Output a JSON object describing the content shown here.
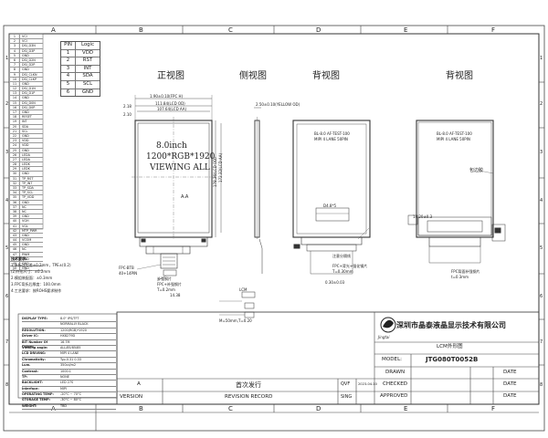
{
  "grid": {
    "columns": [
      "A",
      "B",
      "C",
      "D",
      "E",
      "F"
    ],
    "rows": [
      "1",
      "2",
      "3",
      "4",
      "5",
      "6",
      "7",
      "8"
    ]
  },
  "pin_list": [
    {
      "no": "1",
      "signal": "VCI"
    },
    {
      "no": "2",
      "signal": "VCI"
    },
    {
      "no": "3",
      "signal": "DSI_D3N"
    },
    {
      "no": "4",
      "signal": "DSI_D3P"
    },
    {
      "no": "5",
      "signal": "GND"
    },
    {
      "no": "6",
      "signal": "DSI_D2N"
    },
    {
      "no": "7",
      "signal": "DSI_D2P"
    },
    {
      "no": "8",
      "signal": "GND"
    },
    {
      "no": "9",
      "signal": "DSI_CLKN"
    },
    {
      "no": "10",
      "signal": "DSI_CLKP"
    },
    {
      "no": "11",
      "signal": "GND"
    },
    {
      "no": "12",
      "signal": "DSI_D1N"
    },
    {
      "no": "13",
      "signal": "DSI_D1P"
    },
    {
      "no": "14",
      "signal": "GND"
    },
    {
      "no": "15",
      "signal": "DSI_D0N"
    },
    {
      "no": "16",
      "signal": "DSI_D0P"
    },
    {
      "no": "17",
      "signal": "GND"
    },
    {
      "no": "18",
      "signal": "RESET"
    },
    {
      "no": "19",
      "signal": "INT"
    },
    {
      "no": "20",
      "signal": "SDA"
    },
    {
      "no": "21",
      "signal": "SCL"
    },
    {
      "no": "22",
      "signal": "GND"
    },
    {
      "no": "23",
      "signal": "VDD"
    },
    {
      "no": "24",
      "signal": "VDD"
    },
    {
      "no": "25",
      "signal": "GND"
    },
    {
      "no": "26",
      "signal": "LEDA"
    },
    {
      "no": "27",
      "signal": "LEDA"
    },
    {
      "no": "28",
      "signal": "LEDK"
    },
    {
      "no": "29",
      "signal": "LEDK"
    },
    {
      "no": "30",
      "signal": "GND"
    },
    {
      "no": "31",
      "signal": "TP_RST"
    },
    {
      "no": "32",
      "signal": "TP_INT"
    },
    {
      "no": "33",
      "signal": "TP_SDA"
    },
    {
      "no": "34",
      "signal": "TP_SCL"
    },
    {
      "no": "35",
      "signal": "TP_VDD"
    },
    {
      "no": "36",
      "signal": "GND"
    },
    {
      "no": "37",
      "signal": "NC"
    },
    {
      "no": "38",
      "signal": "NC"
    },
    {
      "no": "39",
      "signal": "GND"
    },
    {
      "no": "40",
      "signal": "VGH"
    },
    {
      "no": "41",
      "signal": "VGL"
    },
    {
      "no": "42",
      "signal": "MTP_PWR"
    },
    {
      "no": "43",
      "signal": "GND"
    },
    {
      "no": "44",
      "signal": "VCOM"
    },
    {
      "no": "45",
      "signal": "GND"
    },
    {
      "no": "46",
      "signal": "NC"
    },
    {
      "no": "47",
      "signal": "PWM"
    },
    {
      "no": "48",
      "signal": "GND"
    },
    {
      "no": "49",
      "signal": "GND"
    },
    {
      "no": "50",
      "signal": "GND"
    }
  ],
  "pin_logic": {
    "headers": [
      "PIN",
      "Logic"
    ],
    "rows": [
      [
        "1",
        "VDD"
      ],
      [
        "2",
        "RST"
      ],
      [
        "3",
        "INT"
      ],
      [
        "4",
        "SDA"
      ],
      [
        "5",
        "SCL"
      ],
      [
        "6",
        "GND"
      ]
    ]
  },
  "views": {
    "front": "正视图",
    "side": "侧视图",
    "back": "背视图",
    "back2": "背视图"
  },
  "panel": {
    "size": "8.0inch",
    "resolution": "1200*RGB*1920",
    "viewing": "VIEWING ALL",
    "aa": "A.A"
  },
  "dims": {
    "top_outline": "1.90±0.10(FPC H)",
    "w_outline": "111.84(LCD OD)",
    "w_aa": "107.64(LCD AA)",
    "h_outline": "178.36(LCD OD)",
    "h_aa": "172.32(LCD AA)",
    "left_a": "2.18",
    "left_b": "2.10",
    "side_thick": "2.50±0.10(YELLOW OD)",
    "back_dims": "D4.8*5",
    "mid_callout": "注意分隔线",
    "right_callout": "包边胶",
    "right_dim": "14.20±0.3",
    "fpc_note": "FPC背面补强钢片",
    "fpc_note2": "t=0.3mm",
    "stiff_note": "补强钢片",
    "lower_note": "FPC+补强钢片",
    "lower_note2": "T=0.2mm",
    "lower_dim": "14.38",
    "bottom_pitch": "0.30±0.03",
    "bottom_label": "LCM",
    "connector": "FPC-BTB",
    "connector2": "40+14PIN",
    "wire_note": "M=50mm,T=0.20",
    "side_label": "FPC+背光+强化钢片",
    "side_label2": "T=0.30mm",
    "back_mid_text": "BL-8.0 AF-TEST-100",
    "back_mid_text2": "MIPI 4 LANE 50PIN"
  },
  "notes": {
    "title": "技术要求:",
    "lines": [
      "1.未标注公差±0.2mm，TPE±(0.2)",
      "  (2)外形尺寸：±0.2mm",
      "2.模组装配面：±0.3mm",
      "3.FPC弯折后厚度：100.0mm",
      "4.工艺要求：按ROHS要求制作"
    ]
  },
  "spec": [
    [
      "DISPLAY TYPE:",
      "8.0\" IPS/TFT"
    ],
    [
      "",
      "NORMALLY BLACK"
    ],
    [
      "RESOLUTION:",
      "1200(RGB)*1920"
    ],
    [
      "Driver IC:",
      "HX8279D"
    ],
    [
      "BIT Number Of Colors:",
      "16.7M"
    ],
    [
      "Viewing angle:",
      "ALL/85/85/85"
    ],
    [
      "LCD DRIVING:",
      "MIPI 4 LANE"
    ],
    [
      "Chromaticity:",
      "Typ.0.31 0.33"
    ],
    [
      "Lum.",
      "350cd/m2"
    ],
    [
      "Contrast:",
      "1000:1"
    ],
    [
      "TP:",
      "NONE"
    ],
    [
      "BACKLIGHT:",
      "LED 27S"
    ],
    [
      "Interface:",
      "MIPI"
    ],
    [
      "OPERATING TEMP:",
      "-20°C ~ 70°C"
    ],
    [
      "STORAGE TEMP:",
      "-30°C ~ 80°C"
    ],
    [
      "WEIGHT:",
      "TBD"
    ]
  ],
  "title_block": {
    "company": "深圳市晶泰液晶显示技术有限公司",
    "logo_text": "Jingtai",
    "drawing_name": "LCM外形图",
    "model_label": "MODEL:",
    "model": "JTG080T0052B",
    "drawn": "DRAWN",
    "checked": "CHECKED",
    "approved": "APPROVED",
    "date": "DATE",
    "first_release": "首次发行",
    "qvf": "QVF",
    "date_val": "2023-04-10",
    "revision_record": "REVISION RECORD",
    "sing": "SING",
    "version": "VERSION",
    "ver_value": "A"
  }
}
